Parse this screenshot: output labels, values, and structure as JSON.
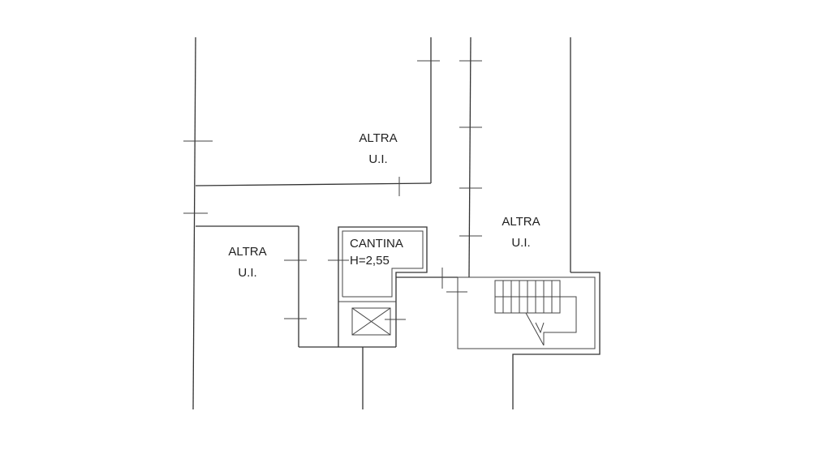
{
  "labels": {
    "top_unit": {
      "line1": "ALTRA",
      "line2": "U.I."
    },
    "left_unit": {
      "line1": "ALTRA",
      "line2": "U.I."
    },
    "right_unit": {
      "line1": "ALTRA",
      "line2": "U.I."
    },
    "cellar": {
      "line1": "CANTINA",
      "line2": "H=2,55"
    }
  },
  "colors": {
    "line": "#333333",
    "text": "#222222",
    "background": "#ffffff"
  }
}
